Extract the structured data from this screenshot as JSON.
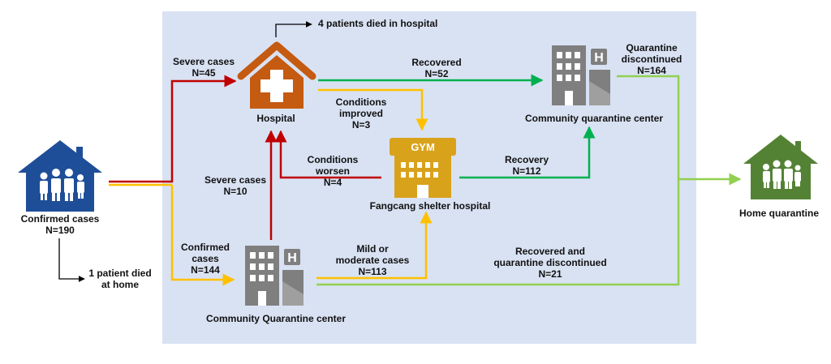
{
  "nodes": {
    "confirmed_cases": {
      "label": "Confirmed cases",
      "count": "N=190",
      "color": "#1f4e99"
    },
    "hospital": {
      "label": "Hospital",
      "color": "#c55a11"
    },
    "community_quarantine_center_top": {
      "label": "Community quarantine center",
      "badge": "H",
      "color": "#7f7f7f"
    },
    "fangcang": {
      "label": "Fangcang shelter hospital",
      "badge": "GYM",
      "color": "#d9a21b"
    },
    "community_quarantine_center_bottom": {
      "label": "Community Quarantine center",
      "badge": "H",
      "color": "#7f7f7f"
    },
    "home_quarantine": {
      "label": "Home quarantine",
      "color": "#548235"
    }
  },
  "flows": {
    "died_in_hospital": {
      "label": "4 patients died in hospital"
    },
    "died_at_home": {
      "line1": "1 patient died",
      "line2": "at home"
    },
    "severe_cases_45": {
      "line1": "Severe cases",
      "line2": "N=45"
    },
    "severe_cases_10": {
      "line1": "Severe cases",
      "line2": "N=10"
    },
    "confirmed_cases_144": {
      "line1": "Confirmed",
      "line2": "cases",
      "line3": "N=144"
    },
    "recovered_52": {
      "line1": "Recovered",
      "line2": "N=52"
    },
    "conditions_improved": {
      "line1": "Conditions",
      "line2": "improved",
      "line3": "N=3"
    },
    "conditions_worsen": {
      "line1": "Conditions",
      "line2": "worsen",
      "line3": "N=4"
    },
    "recovery_112": {
      "line1": "Recovery",
      "line2": "N=112"
    },
    "mild_moderate_113": {
      "line1": "Mild or",
      "line2": "moderate cases",
      "line3": "N=113"
    },
    "quarantine_discontinued_164": {
      "line1": "Quarantine",
      "line2": "discontinued",
      "line3": "N=164"
    },
    "recovered_discontinued_21": {
      "line1": "Recovered and",
      "line2": "quarantine discontinued",
      "line3": "N=21"
    }
  },
  "colors": {
    "panel_background": "#d9e2f3",
    "severe_arrow": "#c00000",
    "mild_arrow": "#ffc000",
    "recovery_arrow": "#00b050",
    "discharge_arrow": "#92d050",
    "death_arrow": "#000000"
  }
}
